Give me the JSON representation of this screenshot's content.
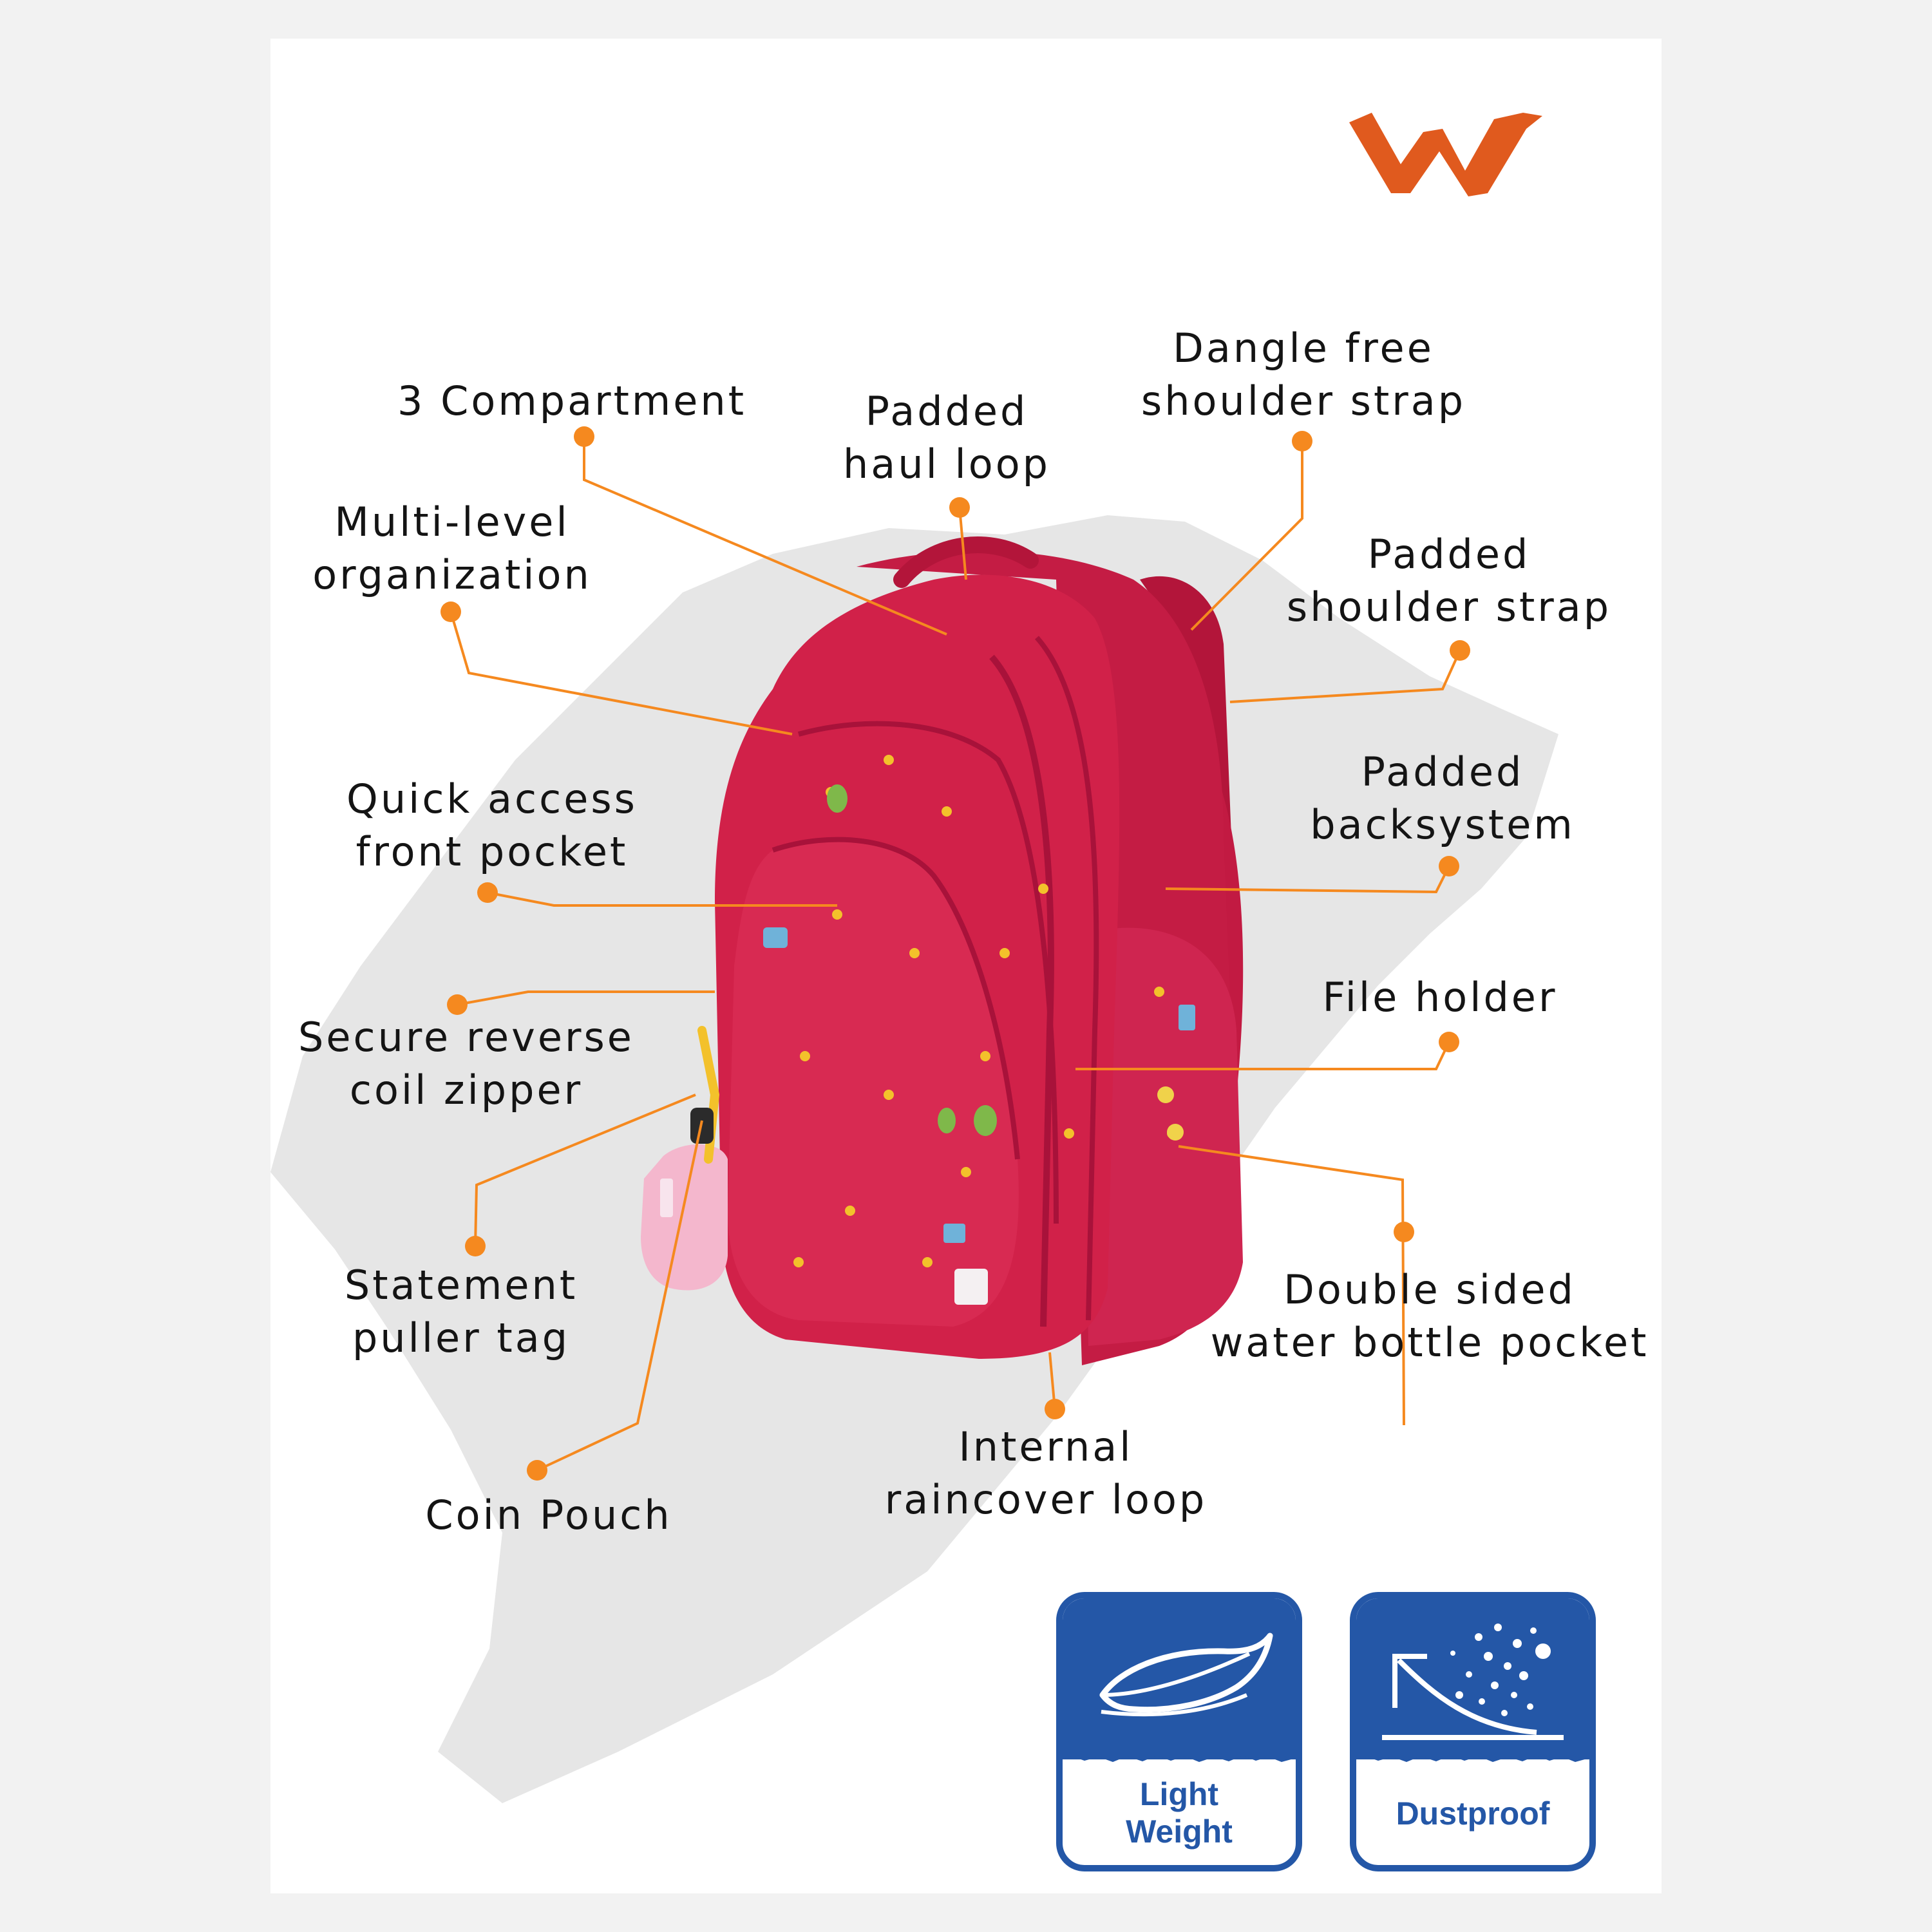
{
  "brand": {
    "logo": "w-brand-logo",
    "color": "#e05a1e"
  },
  "colors": {
    "callout": "#f5891f",
    "bag_red": "#cf1f47",
    "badge_blue": "#2457a7"
  },
  "features": {
    "compartment": [
      "3 Compartment"
    ],
    "haul_loop": [
      "Padded",
      "haul loop"
    ],
    "dangle_strap": [
      "Dangle free",
      "shoulder strap"
    ],
    "organization": [
      "Multi-level",
      "organization"
    ],
    "shoulder_strap": [
      "Padded",
      "shoulder strap"
    ],
    "front_pocket": [
      "Quick access",
      "front pocket"
    ],
    "backsystem": [
      "Padded",
      "backsystem"
    ],
    "zipper": [
      "Secure reverse",
      "coil zipper"
    ],
    "file_holder": [
      "File holder"
    ],
    "puller_tag": [
      "Statement",
      "puller tag"
    ],
    "bottle_pocket": [
      "Double sided",
      "water bottle pocket"
    ],
    "raincover_loop": [
      "Internal",
      "raincover loop"
    ],
    "coin_pouch": [
      "Coin Pouch"
    ]
  },
  "badges": {
    "light_weight": {
      "lines": [
        "Light",
        "Weight"
      ],
      "icon": "feather-icon"
    },
    "dustproof": {
      "lines": [
        "Dustproof"
      ],
      "icon": "dust-particles-icon"
    }
  }
}
